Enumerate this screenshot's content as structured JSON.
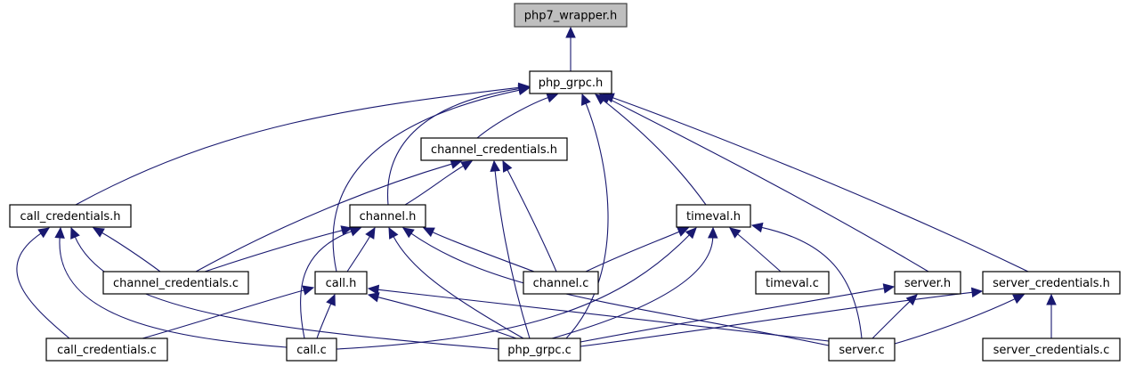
{
  "title": "Include dependency graph for php7_wrapper.h",
  "colors": {
    "edge": "#191970",
    "root_fill": "#bfbfbf",
    "node_fill": "#ffffff",
    "border": "#000000"
  },
  "nodes": [
    {
      "id": "php7_wrapper_h",
      "label": "php7_wrapper.h",
      "root": true
    },
    {
      "id": "php_grpc_h",
      "label": "php_grpc.h"
    },
    {
      "id": "channel_credentials_h",
      "label": "channel_credentials.h"
    },
    {
      "id": "call_credentials_h",
      "label": "call_credentials.h"
    },
    {
      "id": "channel_h",
      "label": "channel.h"
    },
    {
      "id": "timeval_h",
      "label": "timeval.h"
    },
    {
      "id": "channel_credentials_c",
      "label": "channel_credentials.c"
    },
    {
      "id": "call_h",
      "label": "call.h"
    },
    {
      "id": "channel_c",
      "label": "channel.c"
    },
    {
      "id": "timeval_c",
      "label": "timeval.c"
    },
    {
      "id": "server_h",
      "label": "server.h"
    },
    {
      "id": "server_credentials_h",
      "label": "server_credentials.h"
    },
    {
      "id": "call_credentials_c",
      "label": "call_credentials.c"
    },
    {
      "id": "call_c",
      "label": "call.c"
    },
    {
      "id": "php_grpc_c",
      "label": "php_grpc.c"
    },
    {
      "id": "server_c",
      "label": "server.c"
    },
    {
      "id": "server_credentials_c",
      "label": "server_credentials.c"
    }
  ],
  "edges": [
    {
      "from": "php_grpc_h",
      "to": "php7_wrapper_h"
    },
    {
      "from": "channel_credentials_h",
      "to": "php_grpc_h"
    },
    {
      "from": "call_credentials_h",
      "to": "php_grpc_h"
    },
    {
      "from": "channel_h",
      "to": "php_grpc_h"
    },
    {
      "from": "call_h",
      "to": "php_grpc_h"
    },
    {
      "from": "php_grpc_c",
      "to": "php_grpc_h"
    },
    {
      "from": "timeval_h",
      "to": "php_grpc_h"
    },
    {
      "from": "server_h",
      "to": "php_grpc_h"
    },
    {
      "from": "server_credentials_h",
      "to": "php_grpc_h"
    },
    {
      "from": "channel_h",
      "to": "channel_credentials_h"
    },
    {
      "from": "channel_credentials_c",
      "to": "channel_credentials_h"
    },
    {
      "from": "php_grpc_c",
      "to": "channel_credentials_h"
    },
    {
      "from": "channel_c",
      "to": "channel_credentials_h"
    },
    {
      "from": "channel_credentials_c",
      "to": "call_credentials_h"
    },
    {
      "from": "call_credentials_c",
      "to": "call_credentials_h"
    },
    {
      "from": "call_c",
      "to": "call_credentials_h"
    },
    {
      "from": "php_grpc_c",
      "to": "call_credentials_h"
    },
    {
      "from": "channel_credentials_c",
      "to": "channel_h"
    },
    {
      "from": "call_h",
      "to": "channel_h"
    },
    {
      "from": "call_c",
      "to": "channel_h"
    },
    {
      "from": "php_grpc_c",
      "to": "channel_h"
    },
    {
      "from": "channel_c",
      "to": "channel_h"
    },
    {
      "from": "server_c",
      "to": "channel_h"
    },
    {
      "from": "call_credentials_c",
      "to": "call_h"
    },
    {
      "from": "call_c",
      "to": "call_h"
    },
    {
      "from": "php_grpc_c",
      "to": "call_h"
    },
    {
      "from": "server_c",
      "to": "call_h"
    },
    {
      "from": "channel_c",
      "to": "timeval_h"
    },
    {
      "from": "call_c",
      "to": "timeval_h"
    },
    {
      "from": "timeval_c",
      "to": "timeval_h"
    },
    {
      "from": "php_grpc_c",
      "to": "timeval_h"
    },
    {
      "from": "server_c",
      "to": "timeval_h"
    },
    {
      "from": "php_grpc_c",
      "to": "server_h"
    },
    {
      "from": "server_c",
      "to": "server_h"
    },
    {
      "from": "php_grpc_c",
      "to": "server_credentials_h"
    },
    {
      "from": "server_c",
      "to": "server_credentials_h"
    },
    {
      "from": "server_credentials_c",
      "to": "server_credentials_h"
    }
  ]
}
